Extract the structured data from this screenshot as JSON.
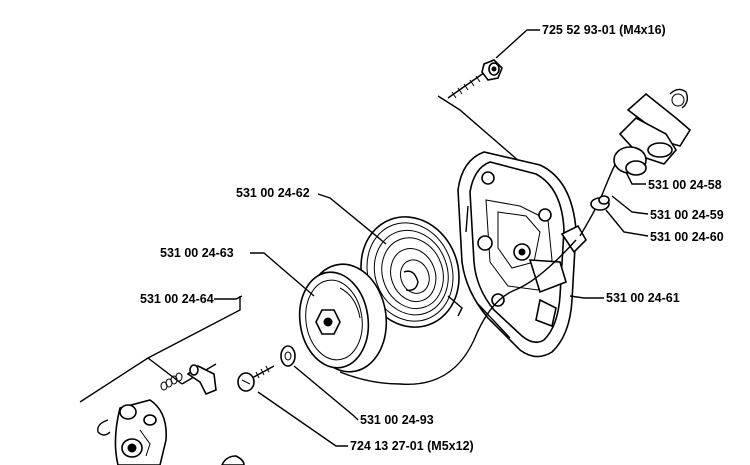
{
  "parts": [
    {
      "id": "bolt-m4",
      "label": "725 52 93-01 (M4x16)"
    },
    {
      "id": "handle",
      "label": "531 00 24-58"
    },
    {
      "id": "handle-insert",
      "label": "531 00 24-59"
    },
    {
      "id": "rope",
      "label": "531 00 24-60"
    },
    {
      "id": "housing",
      "label": "531 00 24-61"
    },
    {
      "id": "spring",
      "label": "531 00 24-62"
    },
    {
      "id": "pulley",
      "label": "531 00 24-63"
    },
    {
      "id": "pawl-kit",
      "label": "531 00 24-64"
    },
    {
      "id": "washer",
      "label": "531 00 24-93"
    },
    {
      "id": "screw-m5",
      "label": "724 13 27-01 (M5x12)"
    }
  ]
}
